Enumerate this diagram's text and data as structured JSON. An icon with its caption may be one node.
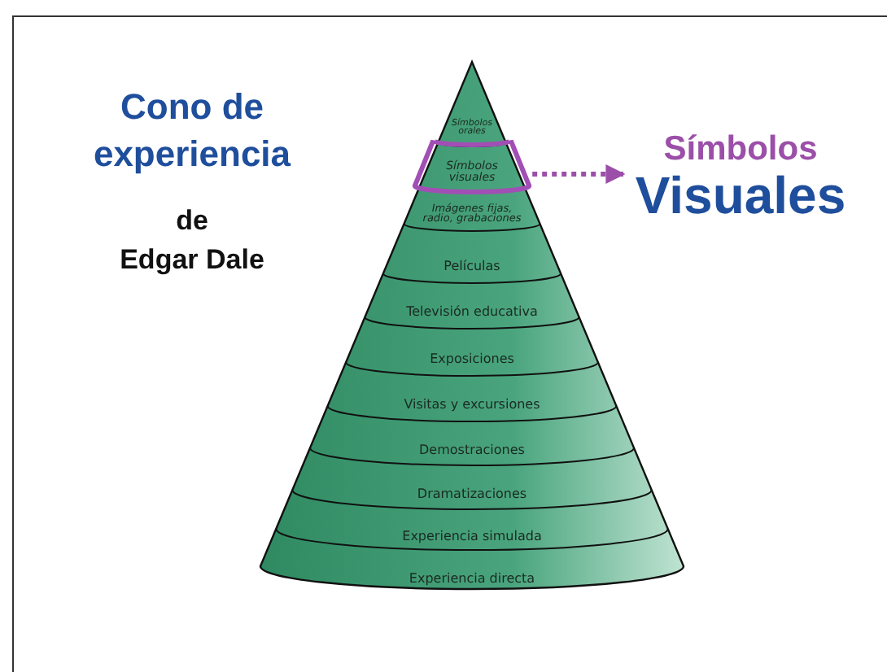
{
  "diagram": {
    "title": "Cono de experiencia",
    "nodes": [
      {
        "text": [
          "Símbolos orales"
        ]
      },
      {
        "text": [
          "Símbolos visuales"
        ]
      },
      {
        "text": [
          "Imágenes fijas, radio, grabaciones"
        ]
      },
      {
        "text": [
          "Películas"
        ]
      },
      {
        "text": [
          "Televisión educativa"
        ]
      },
      {
        "text": [
          "Exposiciones"
        ]
      },
      {
        "text": [
          "Visitas y excursiones"
        ]
      },
      {
        "text": [
          "Demostraciones"
        ]
      },
      {
        "text": [
          "Dramatizaciones"
        ]
      },
      {
        "text": [
          "Experiencia simulada"
        ]
      },
      {
        "text": [
          "Experiencia directa"
        ]
      },
      {
        "text": [
          "Símbolos",
          "Visuales"
        ]
      }
    ],
    "edges": [
      {
        "from": 1,
        "to": 11,
        "arrow": "to",
        "style": "dashed",
        "color": "#9b4fa8"
      }
    ],
    "labels": [
      "de",
      "Edgar Dale"
    ]
  }
}
